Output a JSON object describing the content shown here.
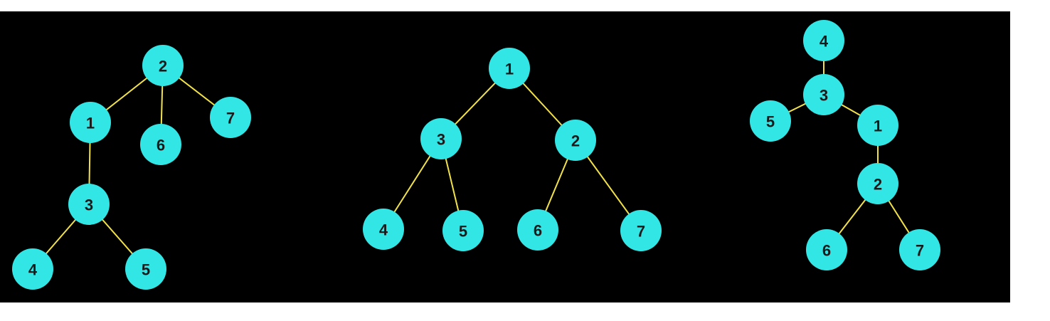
{
  "colors": {
    "page": "#ffffff",
    "panel": "#000000",
    "node": "#33e6e6",
    "edge": "#f2e24a",
    "label": "#1a1a1a"
  },
  "trees": [
    {
      "id": "left",
      "nodes": [
        "2",
        "1",
        "6",
        "7",
        "3",
        "4",
        "5"
      ],
      "edges": [
        [
          "2",
          "1"
        ],
        [
          "2",
          "6"
        ],
        [
          "2",
          "7"
        ],
        [
          "1",
          "3"
        ],
        [
          "3",
          "4"
        ],
        [
          "3",
          "5"
        ]
      ]
    },
    {
      "id": "middle",
      "nodes": [
        "1",
        "3",
        "2",
        "4",
        "5",
        "6",
        "7"
      ],
      "edges": [
        [
          "1",
          "3"
        ],
        [
          "1",
          "2"
        ],
        [
          "3",
          "4"
        ],
        [
          "3",
          "5"
        ],
        [
          "2",
          "6"
        ],
        [
          "2",
          "7"
        ]
      ]
    },
    {
      "id": "right",
      "nodes": [
        "4",
        "3",
        "5",
        "1",
        "2",
        "6",
        "7"
      ],
      "edges": [
        [
          "4",
          "3"
        ],
        [
          "3",
          "5"
        ],
        [
          "3",
          "1"
        ],
        [
          "1",
          "2"
        ],
        [
          "2",
          "6"
        ],
        [
          "2",
          "7"
        ]
      ]
    }
  ]
}
